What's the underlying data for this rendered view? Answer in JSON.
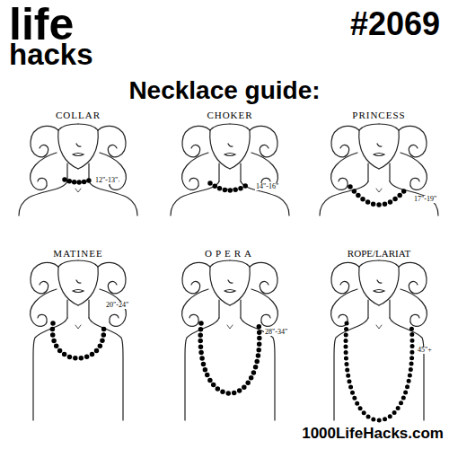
{
  "diagram": {
    "title": "Necklace guide:",
    "labels": [
      "life",
      "hacks",
      "#2069",
      "COLLAR",
      "12\"-13\"",
      "CHOKER",
      "14\"-16\"",
      "PRINCESS",
      "17\"-19\"",
      "MATINEE",
      "20\"-24\"",
      "OPERA",
      "28\"-34\"",
      "ROPE/LARIAT",
      "45\"+",
      "1000LifeHacks.com"
    ]
  }
}
